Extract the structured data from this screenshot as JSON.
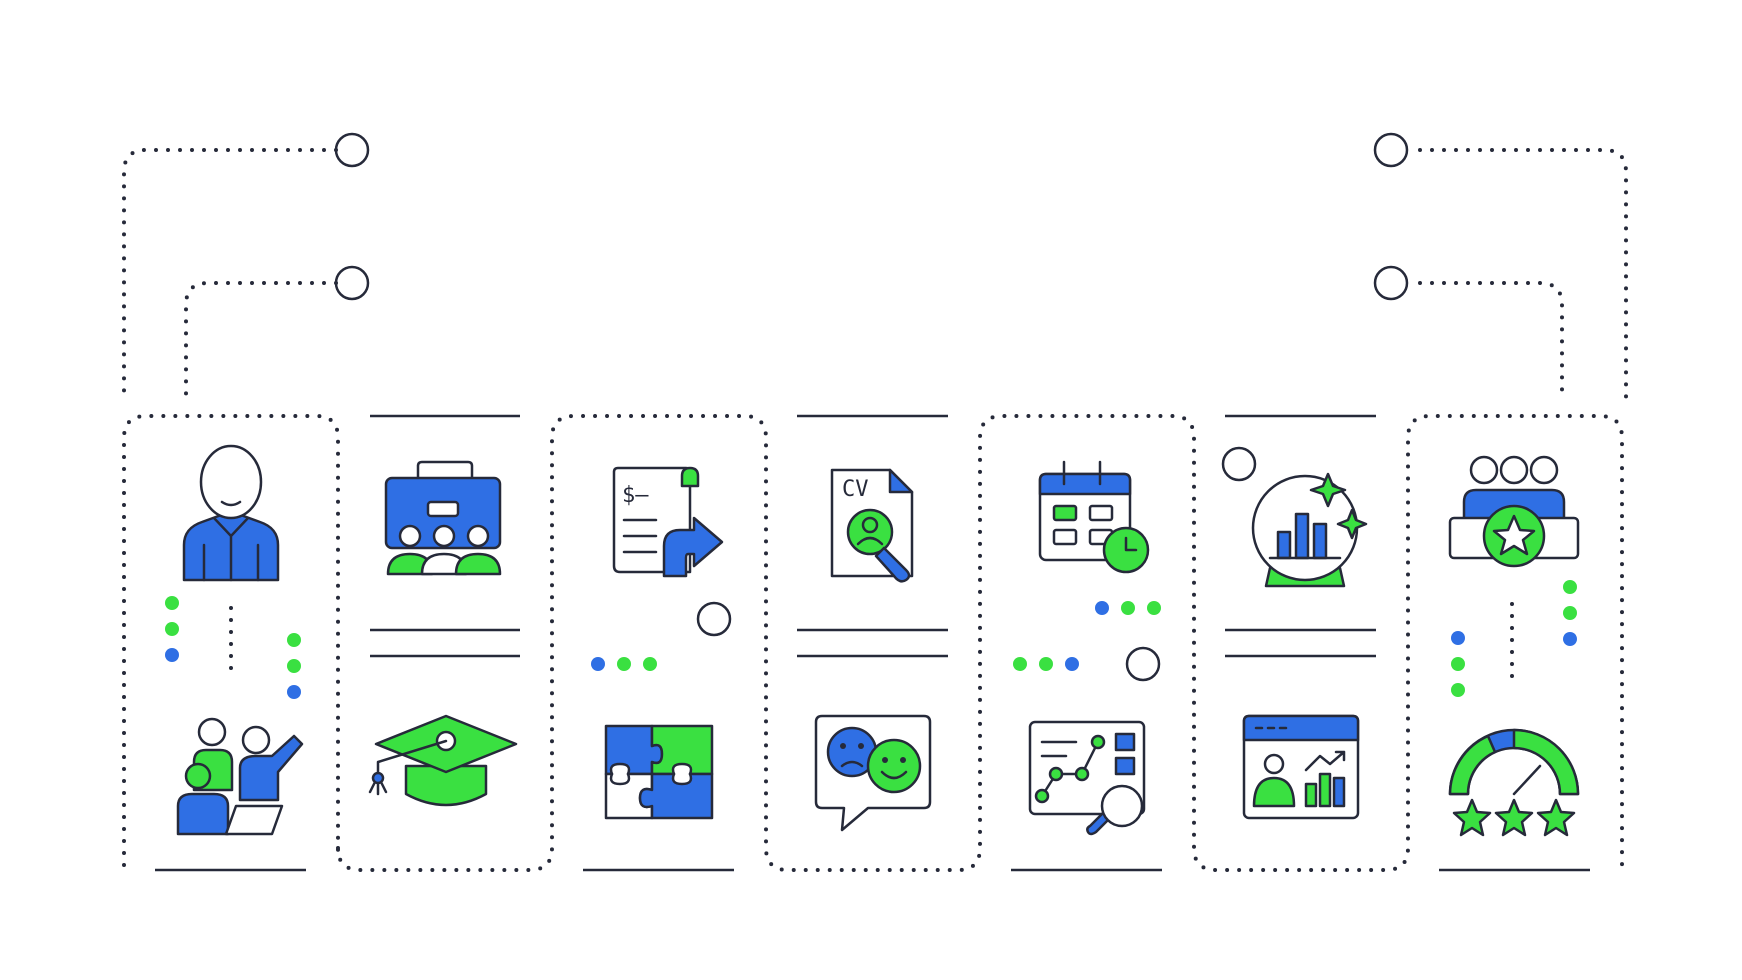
{
  "colors": {
    "ink": "#262a3a",
    "blue": "#2f6fe4",
    "green": "#3ae041",
    "background": "#ffffff"
  },
  "infographic": {
    "columns": [
      {
        "top_icon": "person-avatar-icon",
        "bottom_icon": "team-presentation-icon",
        "frame": "dotted"
      },
      {
        "top_icon": "briefcase-team-icon",
        "bottom_icon": "graduation-cap-icon",
        "frame": "lines"
      },
      {
        "top_icon": "invoice-transfer-icon",
        "bottom_icon": "puzzle-icon",
        "frame": "dotted"
      },
      {
        "top_icon": "cv-search-icon",
        "bottom_icon": "feedback-faces-icon",
        "frame": "lines"
      },
      {
        "top_icon": "calendar-clock-icon",
        "bottom_icon": "analytics-search-icon",
        "frame": "dotted"
      },
      {
        "top_icon": "crystal-ball-chart-icon",
        "bottom_icon": "dashboard-window-icon",
        "frame": "lines"
      },
      {
        "top_icon": "team-star-icon",
        "bottom_icon": "rating-gauge-icon",
        "frame": "dotted"
      }
    ],
    "icon_text": {
      "cv_label": "CV",
      "invoice_symbol": "$—"
    }
  }
}
